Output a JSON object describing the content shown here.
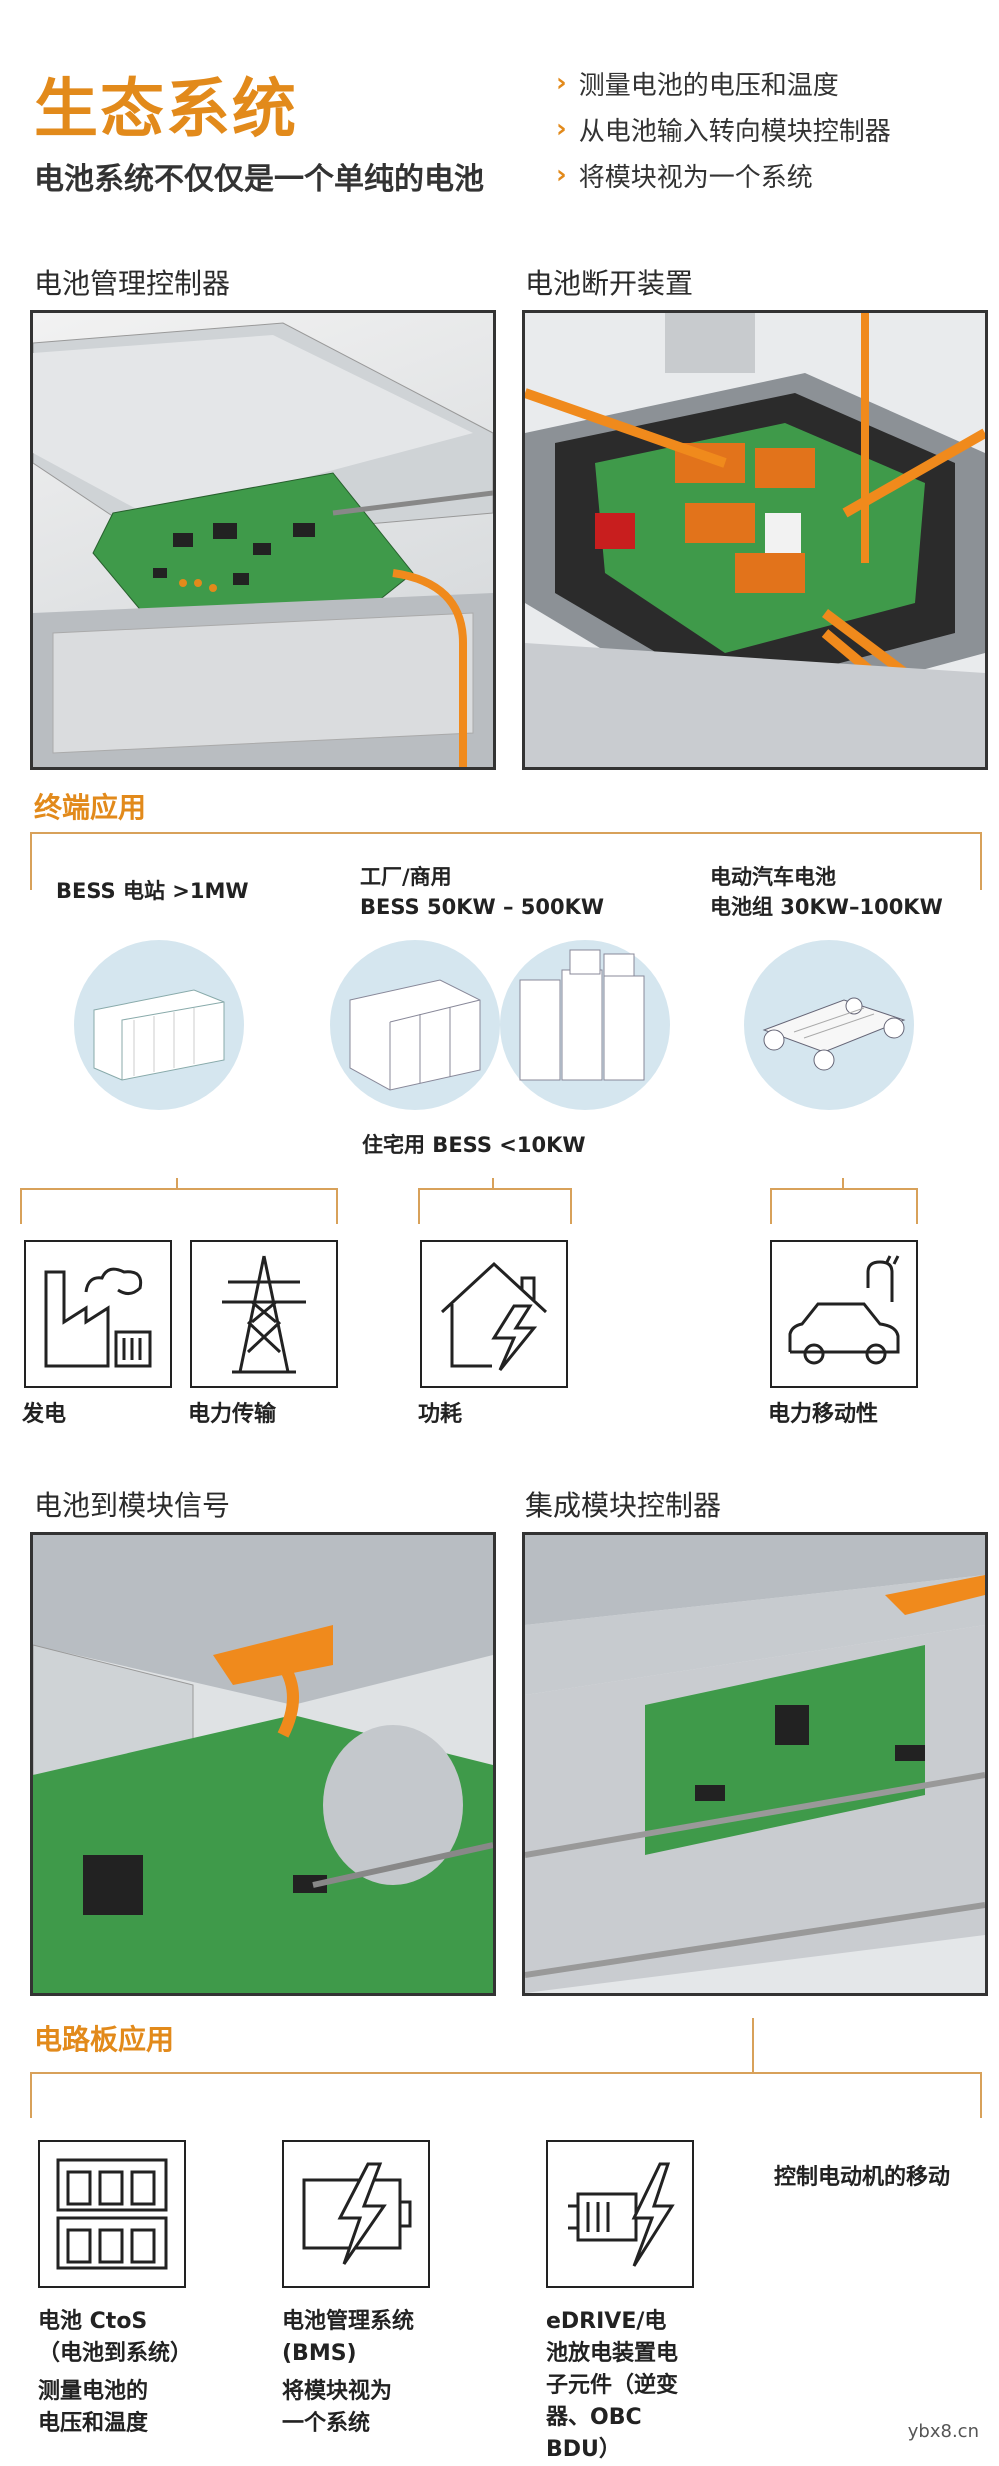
{
  "header": {
    "title": "生态系统",
    "subtitle": "电池系统不仅仅是一个单纯的电池",
    "bullets": [
      "测量电池的电压和温度",
      "从电池输入转向模块控制器",
      "将模块视为一个系统"
    ]
  },
  "top_images": {
    "left_caption": "电池管理控制器",
    "right_caption": "电池断开装置"
  },
  "end_apps": {
    "heading": "终端应用",
    "items": [
      {
        "line1": "BESS 电站 >1MW",
        "line2": ""
      },
      {
        "line1": "工厂/商用",
        "line2": "BESS 50KW – 500KW"
      },
      {
        "line1": "电动汽车电池",
        "line2": "电池组 30KW–100KW"
      }
    ],
    "residential": "住宅用 BESS <10KW",
    "icons": [
      {
        "label": "发电",
        "icon": "power-plant-icon"
      },
      {
        "label": "电力传输",
        "icon": "transmission-tower-icon"
      },
      {
        "label": "功耗",
        "icon": "house-lightning-icon"
      },
      {
        "label": "电力移动性",
        "icon": "electric-car-icon"
      }
    ]
  },
  "mid_images": {
    "left_caption": "电池到模块信号",
    "right_caption": "集成模块控制器"
  },
  "board_apps": {
    "heading": "电路板应用",
    "side_note": "控制电动机的移动",
    "items": [
      {
        "caption": [
          "电池 CtoS",
          "（电池到系统）"
        ],
        "sub": [
          "测量电池的",
          "电压和温度"
        ],
        "icon": "battery-cells-icon"
      },
      {
        "caption": [
          "电池管理系统",
          "(BMS)"
        ],
        "sub": [
          "将模块视为",
          "一个系统"
        ],
        "icon": "battery-bolt-icon"
      },
      {
        "caption": [
          "eDRIVE/电",
          "池放电装置电",
          "子元件（逆变",
          "器、OBC",
          "BDU）"
        ],
        "sub": [],
        "icon": "motor-bolt-icon"
      }
    ]
  },
  "watermark": "ybx8.cn",
  "colors": {
    "accent": "#e28a1b",
    "light_blue": "#d5e6ef",
    "pcb_green": "#3f9a4a"
  }
}
